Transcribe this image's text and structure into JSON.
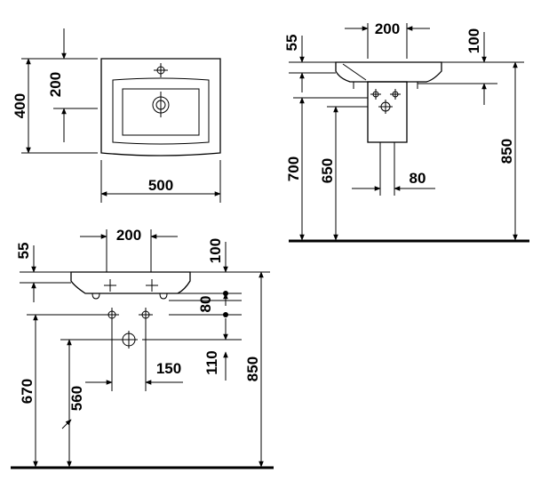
{
  "views": {
    "top_view": {
      "width": "500",
      "depth": "400",
      "tap_offset": "200"
    },
    "side_view": {
      "rim_thickness": "55",
      "waste_width": "200",
      "rim_to_waste": "100",
      "floor_to_rim": "850",
      "floor_to_top_siphon": "700",
      "floor_to_bottom_siphon": "650",
      "siphon_spacing": "80"
    },
    "front_view": {
      "rim_thickness": "55",
      "tap_spacing": "200",
      "rim_to_supply": "100",
      "supply_spacing": "80",
      "supply_to_waste": "110",
      "floor_to_rim": "850",
      "floor_to_supply": "670",
      "floor_to_waste": "560",
      "waste_width": "150"
    }
  }
}
